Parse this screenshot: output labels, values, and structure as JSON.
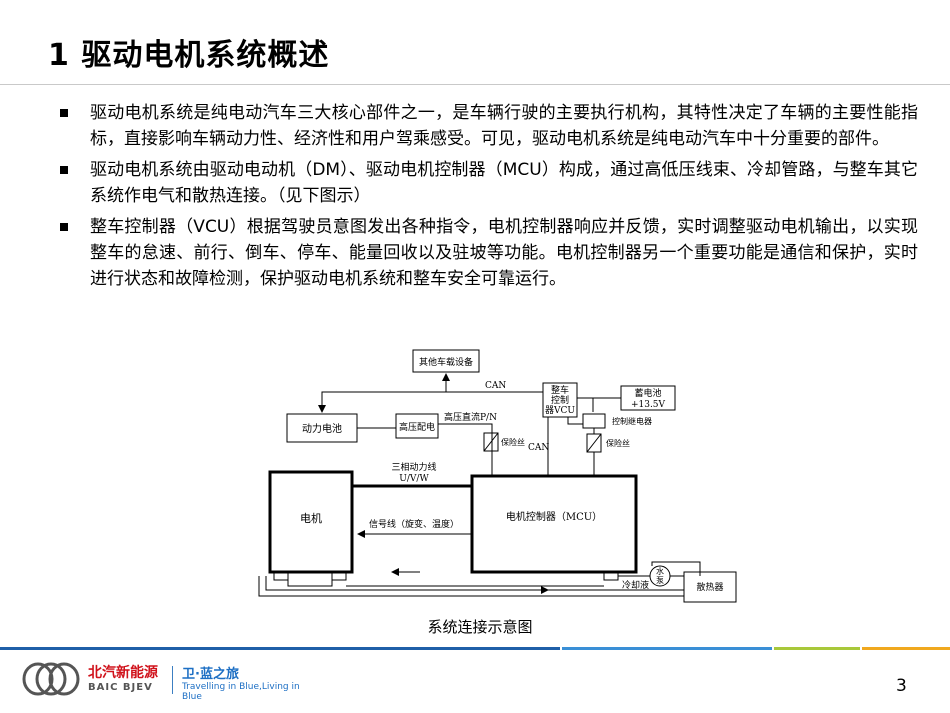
{
  "slide": {
    "title": "1  驱动电机系统概述",
    "page_number": "3"
  },
  "bullets": [
    "驱动电机系统是纯电动汽车三大核心部件之一，是车辆行驶的主要执行机构，其特性决定了车辆的主要性能指标，直接影响车辆动力性、经济性和用户驾乘感受。可见，驱动电机系统是纯电动汽车中十分重要的部件。",
    "驱动电机系统由驱动电动机（DM）、驱动电机控制器（MCU）构成，通过高低压线束、冷却管路，与整车其它系统作电气和散热连接。（见下图示）",
    "整车控制器（VCU）根据驾驶员意图发出各种指令，电机控制器响应并反馈，实时调整驱动电机输出，以实现整车的怠速、前行、倒车、停车、能量回收以及驻坡等功能。电机控制器另一个重要功能是通信和保护，实时进行状态和故障检测，保护驱动电机系统和整车安全可靠运行。"
  ],
  "diagram": {
    "other_devices": "其他车载设备",
    "can_top": "CAN",
    "vcu_line1": "整车",
    "vcu_line2": "控制",
    "vcu_line3": "器VCU",
    "battery12_line1": "蓄电池",
    "battery12_line2": "+13.5V",
    "power_battery": "动力电池",
    "hv_dist": "高压配电",
    "hv_dc": "高压直流P/N",
    "control_relay": "控制继电器",
    "fuse_left": "保险丝",
    "can_mid": "CAN",
    "fuse_right": "保险丝",
    "three_phase_line1": "三相动力线",
    "three_phase_line2": "U/V/W",
    "motor": "电机",
    "mcu": "电机控制器（MCU）",
    "signal_line": "信号线（旋变、温度）",
    "pump_line1": "水",
    "pump_line2": "泵",
    "coolant": "冷却液",
    "radiator": "散热器",
    "caption": "系统连接示意图"
  },
  "footer": {
    "brand_cn": "北汽新能源",
    "brand_en": "BAIC BJEV",
    "slogan_cn": "卫·蓝之旅",
    "slogan_en": "Travelling in Blue,Living in Blue",
    "bar_colors": [
      "#1f5fa8",
      "#3a8fd6",
      "#a8c83a",
      "#f0a81e"
    ]
  }
}
